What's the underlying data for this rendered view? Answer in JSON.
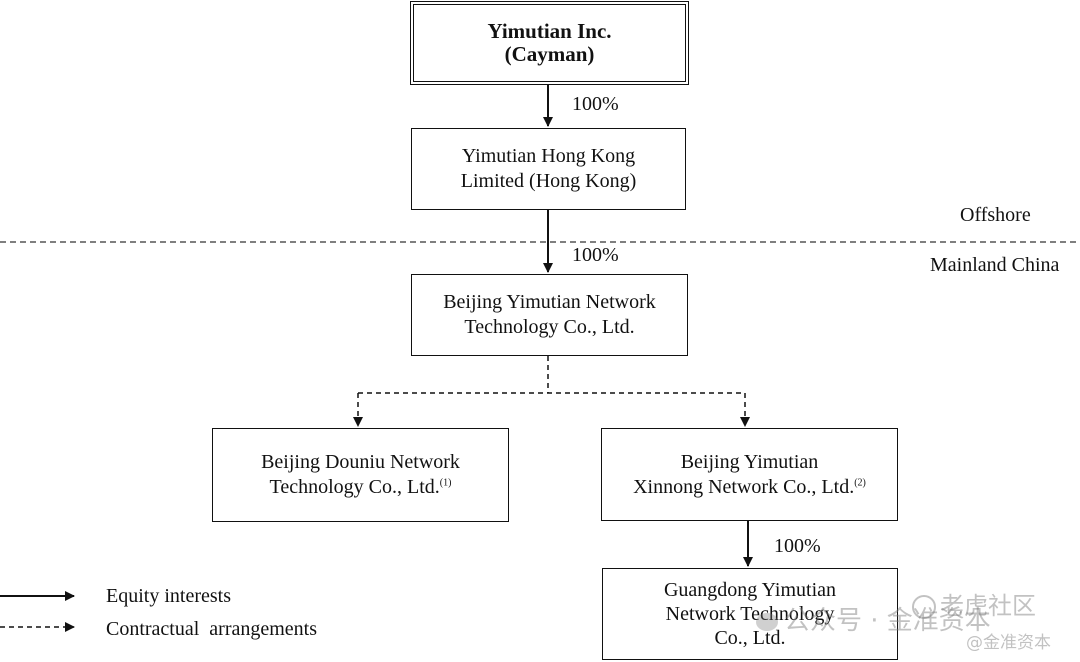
{
  "nodes": {
    "cayman": {
      "line1": "Yimutian Inc.",
      "line2": "(Cayman)"
    },
    "hongkong": {
      "line1": "Yimutian Hong Kong",
      "line2": "Limited (Hong Kong)"
    },
    "beijing_yimutian": {
      "line1": "Beijing Yimutian Network",
      "line2": "Technology Co., Ltd."
    },
    "douniu": {
      "line1": "Beijing Douniu Network",
      "line2": "Technology Co., Ltd.",
      "note": "(1)"
    },
    "xinnong": {
      "line1": "Beijing Yimutian",
      "line2": "Xinnong Network Co., Ltd.",
      "note": "(2)"
    },
    "guangdong": {
      "line1": "Guangdong Yimutian",
      "line2": "Network Technology",
      "line3": "Co., Ltd."
    }
  },
  "edges": {
    "cayman_to_hk": "100%",
    "hk_to_beijing": "100%",
    "xinnong_to_guangdong": "100%"
  },
  "regions": {
    "offshore": "Offshore",
    "mainland": "Mainland China"
  },
  "legend": {
    "equity": "Equity interests",
    "contractual": "Contractual  arrangements"
  },
  "watermark": {
    "text1": "公众号 · 金准资本",
    "text2": "老虎社区",
    "text3": "@金准资本"
  }
}
